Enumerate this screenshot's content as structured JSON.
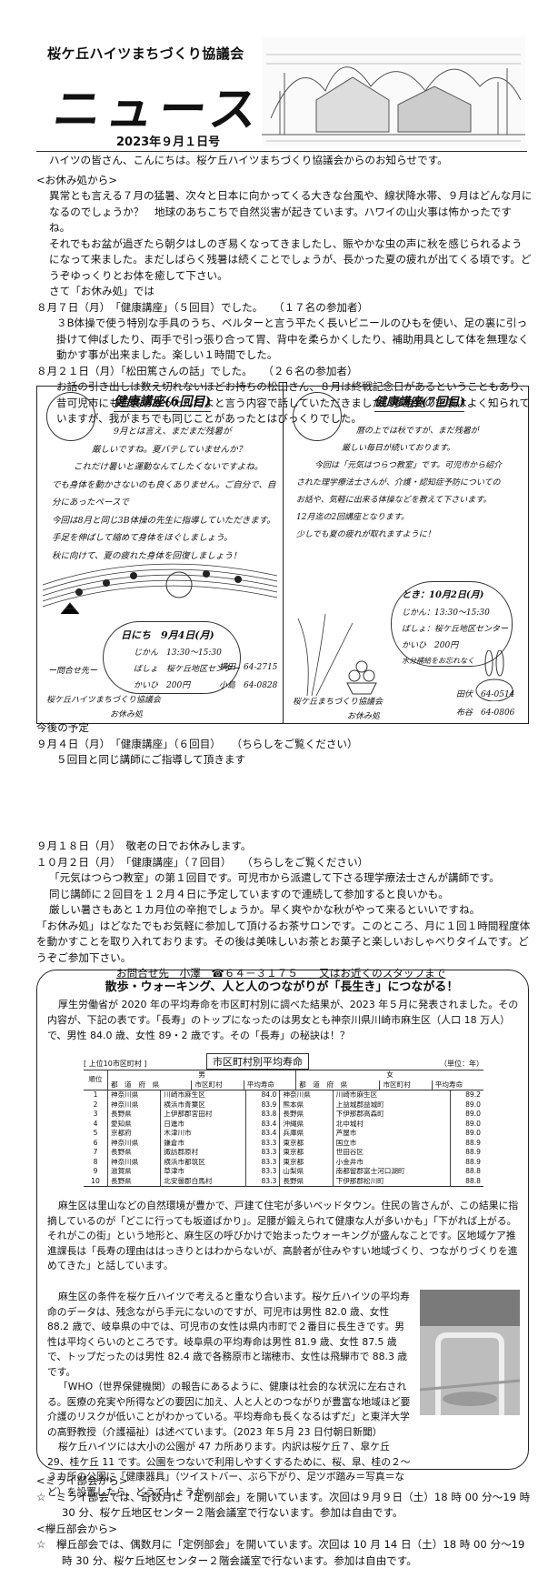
{
  "header": {
    "org_name": "桜ケ丘ハイツまちづくり協議会",
    "title": "ニュース",
    "issue_date": "2023年９月１日号"
  },
  "greeting": "ハイツの皆さん、こんにちは。桜ケ丘ハイツまちづくり協議会からのお知らせです。",
  "oyasumi": {
    "heading": "<お休み処から>",
    "p1": "異常とも言える７月の猛暑、次々と日本に向かってくる大きな台風や、線状降水帯、９月はどんな月になるのでしょうか？　地球のあちこちで自然災害が起きています。ハワイの山火事は怖かったですね。",
    "p2": "それでもお盆が過ぎたら朝夕はしのぎ易くなってきましたし、賑やかな虫の声に秋を感じられるようになって来ました。まだしばらく残暑は続くことでしょうが、長かった夏の疲れが出てくる頃です。どうぞゆっくりとお体を癒して下さい。",
    "p3": "さて「お休み処」では",
    "aug7_head": "８月７日（月）　「健康講座」（５回目）でした。　　（１７名の参加者）",
    "aug7_body": "３B体操で使う特別な手具のうち、ベルターと言う平たく長いビニールのひもを使い、足の裏に引っ掛けて伸ばしたり、両手で引っ張り合って胃、背中を柔らかくしたり、補助用具として体を無理なく動かす事が出来ました。楽しい１時間でした。",
    "aug21_head": "８月２１日（月）「松田篤さんの話」でした。　　（２６名の参加者）",
    "aug21_body": "お話の引き出しは数え切れないほどお持ちの松田さん、８月は終戦記念日があるということもあり、昔可児市にも空襲があったんだよと言う内容で話していただきました。多治見の空襲はよく知られていますが、我がまちでも同じことがあったとはびっくりでした。"
  },
  "flyer_left": {
    "title": "健康講座(6回目)",
    "lines": [
      "9月とは言え、まだまだ残暑が",
      "厳しいですね。夏バテしていませんか？",
      "これだけ暑いと運動なんてしたくないですよね。",
      "でも身体を動かさないのも良くありません。ご自分で、自分にあったペースで",
      "今回は8月と同じ3B体操の先生に指導していただきます。",
      "手足を伸ばして縮めて身体をほぐしましょう。",
      "秋に向けて、夏の疲れた身体を回復しましょう！"
    ],
    "date": "日にち　9月4日(月)",
    "time": "じかん　13:30〜15:30",
    "place": "ばしょ　桜ケ丘地区センター",
    "fee": "かいひ　200円",
    "contact_label": "ー問合せ先ー",
    "contact1": "横田　64-2715",
    "contact2": "小島　64-0828",
    "org": "桜ケ丘ハイツまちづくり協議会",
    "org2": "お休み処"
  },
  "flyer_right": {
    "title": "健康講座(7回目)",
    "lines": [
      "暦の上では秋ですが、まだ残暑が",
      "厳しい毎日が続いております。",
      "今回は「元気はつらつ教室」です。可児市から紹介",
      "された理学療法士さんが、介護・認知症予防についての",
      "お話や、気軽に出来る体操などを教えて下さいます。",
      "12月迄の2回講座となります。",
      "少しでも夏の疲れが取れますように！"
    ],
    "date": "とき：10月2日(月)",
    "time": "じかん：13:30〜15:30",
    "place": "ばしょ：桜ケ丘地区センター",
    "fee": "かいひ　200円",
    "drink": "水分補給をお忘れなく",
    "org": "桜ケ丘まちづくり協議会",
    "org2": "お休み処",
    "contact1": "田伏　64-0514",
    "contact2": "布谷　64-0806"
  },
  "schedule": {
    "heading": "今後の予定",
    "sep4": "９月４日（月）　「健康講座」（６回目）　　（ちらしをご覧ください）",
    "sep4_note": "５回目と同じ講師にご指導して頂きます",
    "sep18": "９月１８日（月）　敬老の日でお休みします。",
    "oct2": "１０月２日（月）　「健康講座」（７回目）　　（ちらしをご覧ください）",
    "oct2_p1": "「元気はつらつ教室」の第１回目です。可児市から派遣して下さる理学療法士さんが講師です。",
    "oct2_p2": "同じ講師に２回目を１２月４日に予定していますので連続して参加すると良いかも。",
    "oct2_p3": "厳しい暑さもあと１カ月位の辛抱でしょうか。早く爽やかな秋がやって来るといいですね。",
    "oct2_p4": "「お休み処」はどなたでもお気軽に参加して頂けるお茶サロンです。このところ、月に１回１時間程度体を動かすことを取り入れております。その後は美味しいお茶とお菓子と楽しいおしゃべりタイムです。どうぞご参加下さい。",
    "contact": "お問合せ先　小澤　☎６４－３１７５　　又はお近くのスタッフまで"
  },
  "article": {
    "title": "散歩・ウォーキング、人と人のつながりが「長生き」につながる！",
    "p1": "厚生労働省が 2020 年の平均寿命を市区町村別に調べた結果が、2023 年５月に発表されました。その内容が、下記の表です。「長寿」のトップになったのは男女とも神奈川県川崎市麻生区（人口 18 万人）で、男性 84.0 歳、女性 89・2 歳です。その「長寿」の秘訣は！？",
    "table_title": "市区町村別平均寿命",
    "table_caption": "[ 上位10市区町村 ]",
    "table_unit": "（単位：年）",
    "table_group_male": "男",
    "table_group_female": "女",
    "table_head_rank": "順位",
    "table_head_pref": "都　道　府　県",
    "table_head_city": "市区町村",
    "table_head_life": "平均寿命",
    "rows": [
      {
        "n": "1",
        "mp": "神奈川県",
        "mc": "川崎市麻生区",
        "mv": "84.0",
        "fp": "神奈川県",
        "fc": "川崎市麻生区",
        "fv": "89.2"
      },
      {
        "n": "2",
        "mp": "神奈川県",
        "mc": "横浜市青葉区",
        "mv": "83.9",
        "fp": "熊本県",
        "fc": "上益城郡益城町",
        "fv": "89.0"
      },
      {
        "n": "3",
        "mp": "長野県",
        "mc": "上伊那郡宮田村",
        "mv": "83.8",
        "fp": "長野県",
        "fc": "下伊那郡高森町",
        "fv": "89.0"
      },
      {
        "n": "4",
        "mp": "愛知県",
        "mc": "日進市",
        "mv": "83.4",
        "fp": "沖縄県",
        "fc": "北中城村",
        "fv": "89.0"
      },
      {
        "n": "5",
        "mp": "京都府",
        "mc": "木津川市",
        "mv": "83.4",
        "fp": "兵庫県",
        "fc": "芦屋市",
        "fv": "89.0"
      },
      {
        "n": "6",
        "mp": "神奈川県",
        "mc": "鎌倉市",
        "mv": "83.3",
        "fp": "東京都",
        "fc": "国立市",
        "fv": "88.9"
      },
      {
        "n": "7",
        "mp": "長野県",
        "mc": "諏訪郡原村",
        "mv": "83.3",
        "fp": "東京都",
        "fc": "世田谷区",
        "fv": "88.9"
      },
      {
        "n": "8",
        "mp": "神奈川県",
        "mc": "横浜市都筑区",
        "mv": "83.3",
        "fp": "東京都",
        "fc": "小金井市",
        "fv": "88.9"
      },
      {
        "n": "9",
        "mp": "滋賀県",
        "mc": "草津市",
        "mv": "83.3",
        "fp": "山梨県",
        "fc": "南都留郡富士河口湖町",
        "fv": "88.8"
      },
      {
        "n": "10",
        "mp": "長野県",
        "mc": "北安曇郡白馬村",
        "mv": "83.3",
        "fp": "長野県",
        "fc": "下伊那郡松川町",
        "fv": "88.8"
      }
    ],
    "p2": "麻生区は里山などの自然環境が豊かで、戸建て住宅が多いベッドタウン。住民の皆さんが、この結果に指摘しているのが「どこに行っても坂道ばかり」。足腰が鍛えられて健康な人が多いかも」「下がれば上がる。それがこの街」という地形と、麻生区の呼びかけで始まったウォーキングが盛んなことです。区地域ケア推進課長は「長寿の理由ははっきりとはわからないが、高齢者が住みやすい地域づくり、つながりづくりを進めてきた」と話しています。",
    "p3": "麻生区の条件を桜ケ丘ハイツで考えると重なり合います。桜ケ丘ハイツの平均寿命のデータは、残念ながら手元にないのですが、可児市は男性 82.0 歳、女性 88.2 歳で、岐阜県の中では、可児市の女性は県内市町で２番目に長生きです。男性は平均くらいのところです。岐阜県の平均寿命は男性 81.9 歳、女性 87.5 歳で、トップだったのは男性 82.4 歳で各務原市と瑞穂市、女性は飛騨市で 88.3 歳です。",
    "p4": "「WHO（世界保健機関）の報告にあるように、健康は社会的な状況に左右される。医療の充実や所得などの要因に加え、人と人とのつながりが豊富な地域ほど要介護のリスクが低いことがわかっている。平均寿命も長くなるはずだ」と東洋大学の高野教授（介護福祉）は述べています。（2023 年５月 23 日付朝日新聞）",
    "p5": "桜ケ丘ハイツには大小の公園が 47 カ所あります。内訳は桜ケ丘７、皐ケ丘 29、桂ケ丘 11 です。公園をつないで利用しやすくするために、桜、皐、桂の２～３カ所の公園に「健康器具」（ツイストバー、ぶら下がり、足ツボ踏み＝写真＝など）を設置したら、どうでしょうか。"
  },
  "mirai": {
    "heading": "<ミライ部会から>",
    "body": "☆　ミライ部会では、奇数月に「定例部会」を開いています。次回は９月９日（土）18 時 00 分～19 時 30 分、桜ケ丘地区センター２階会議室で行ないます。参加は自由です。"
  },
  "keyaki": {
    "heading": "<欅丘部会から>",
    "body": "☆　欅丘部会では、偶数月に「定例部会」を開いています。次回は 10 月 14 日（土）18 時 00 分～19 時 30 分、桜ケ丘地区センター２階会議室で行ないます。参加は自由です。"
  }
}
